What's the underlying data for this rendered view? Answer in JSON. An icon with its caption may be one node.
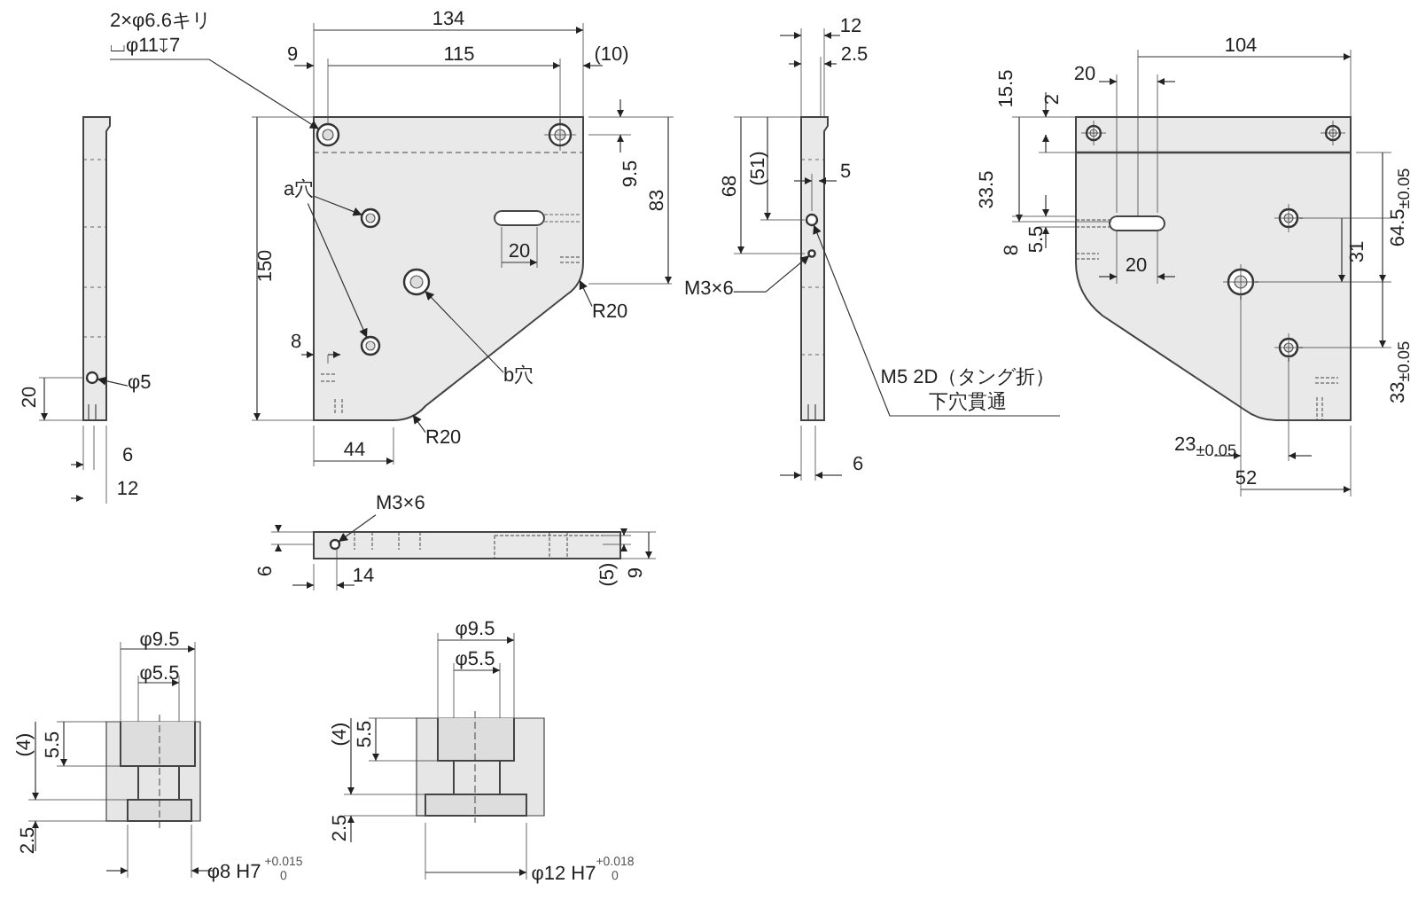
{
  "diagram": {
    "nodes": [
      {
        "text": [
          "2×φ6.6キリ",
          "⌴φ11↧7"
        ]
      },
      {
        "text": [
          "a穴"
        ]
      },
      {
        "text": [
          "b穴"
        ]
      },
      {
        "text": [
          "R20"
        ]
      },
      {
        "text": [
          "R20"
        ]
      },
      {
        "text": [
          "φ5"
        ]
      },
      {
        "text": [
          "M3×6"
        ]
      },
      {
        "text": [
          "M5 2D（タング折）下穴貫通"
        ]
      },
      {
        "text": [
          "M3×6"
        ]
      },
      {
        "text": [],
        "shape": "picture"
      },
      {
        "text": [],
        "shape": "circle",
        "in": 9
      },
      {
        "text": [],
        "shape": "circle",
        "in": 9
      },
      {
        "text": [],
        "shape": "circle",
        "in": 9
      },
      {
        "text": [],
        "shape": "circle",
        "in": 9
      },
      {
        "text": [],
        "shape": "circle"
      },
      {
        "text": [],
        "shape": "circle"
      },
      {
        "text": [],
        "shape": "circle"
      },
      {
        "text": [],
        "shape": "circle"
      }
    ],
    "edges": [
      {
        "from": 0,
        "to": 10,
        "arrow": "to"
      },
      {
        "from": 1,
        "to": 11,
        "arrow": "to"
      },
      {
        "from": 1,
        "to": 12,
        "arrow": "to"
      },
      {
        "from": 2,
        "to": 13,
        "arrow": "to"
      },
      {
        "from": 3,
        "to": 9,
        "arrow": "to"
      },
      {
        "from": 4,
        "to": 9,
        "arrow": "to"
      },
      {
        "from": 5,
        "to": 14,
        "arrow": "to"
      },
      {
        "from": 6,
        "to": 15,
        "arrow": "to"
      },
      {
        "from": 7,
        "to": 16,
        "arrow": "to"
      },
      {
        "from": 8,
        "to": 17,
        "arrow": "to"
      }
    ],
    "labels": [
      "20",
      "6",
      "12",
      "134",
      "9",
      "115",
      "(10)",
      "9.5",
      "83",
      "150",
      "20",
      "8",
      "44",
      "12",
      "2.5",
      "68",
      "(51)",
      "5",
      "6",
      "104",
      "20",
      "15.5",
      "2",
      "33.5",
      "8",
      "5.5",
      "20",
      "31",
      "64.5$_{±0.05}$",
      "33$_{±0.05}$",
      "23$_{±0.05}$",
      "52",
      "6",
      "14",
      "(5)",
      "9",
      "φ9.5",
      "φ5.5",
      "(4)",
      "5.5",
      "2.5",
      "φ8 H7",
      "+0.015",
      "0",
      "φ9.5",
      "φ5.5",
      "(4)",
      "5.5",
      "2.5",
      "φ12 H7",
      "+0.018",
      "0"
    ]
  }
}
